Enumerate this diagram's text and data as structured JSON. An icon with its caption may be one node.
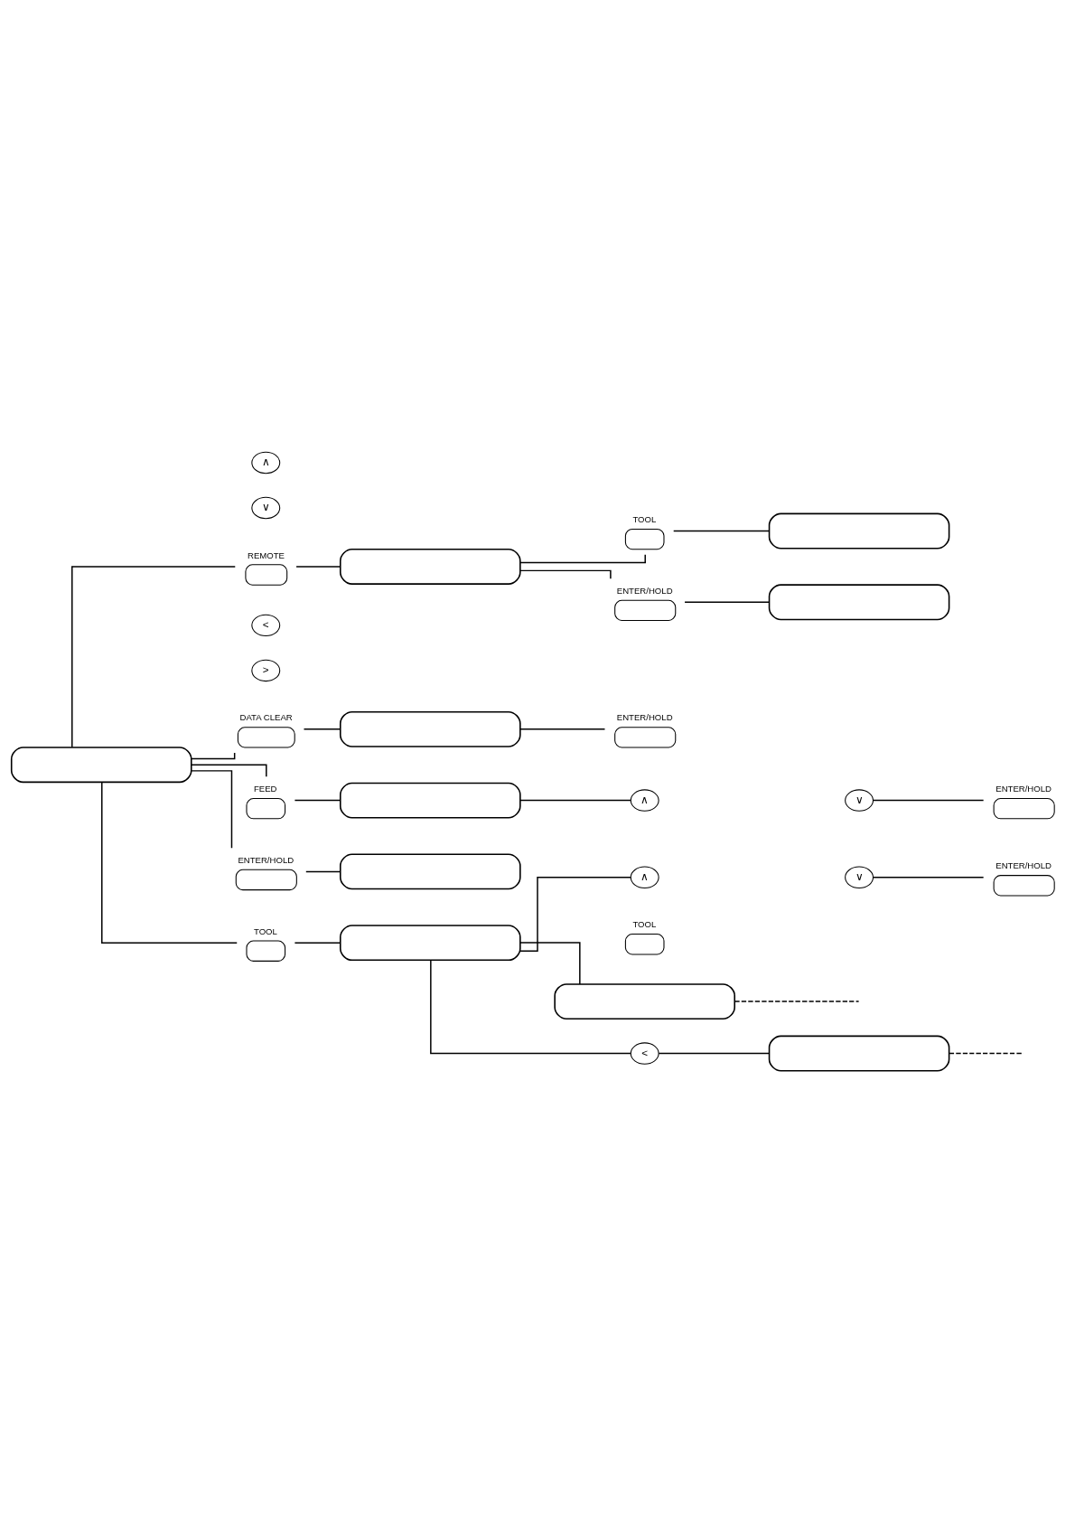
{
  "diagram": {
    "nodes": [
      {
        "text": [],
        "shape": "box"
      },
      {
        "text": [
          "REMOTE"
        ]
      },
      {
        "text": [],
        "shape": "box"
      },
      {
        "text": [
          "TOOL"
        ]
      },
      {
        "text": [],
        "shape": "box"
      },
      {
        "text": [
          "ENTER/HOLD"
        ]
      },
      {
        "text": [],
        "shape": "box"
      },
      {
        "text": [
          "<"
        ]
      },
      {
        "text": [
          ">"
        ]
      },
      {
        "text": [
          "∧"
        ]
      },
      {
        "text": [
          "∨"
        ]
      },
      {
        "text": [
          "DATA CLEAR"
        ]
      },
      {
        "text": [],
        "shape": "box"
      },
      {
        "text": [
          "ENTER/HOLD"
        ]
      },
      {
        "text": [
          "FEED"
        ]
      },
      {
        "text": [],
        "shape": "box"
      },
      {
        "text": [
          "∧"
        ]
      },
      {
        "text": [
          "∨"
        ]
      },
      {
        "text": [
          "ENTER/HOLD"
        ]
      },
      {
        "text": [
          "ENTER/HOLD"
        ]
      },
      {
        "text": [],
        "shape": "box"
      },
      {
        "text": [
          "TOOL"
        ]
      },
      {
        "text": [],
        "shape": "box"
      },
      {
        "text": [
          "∧"
        ]
      },
      {
        "text": [
          "∨"
        ]
      },
      {
        "text": [
          "ENTER/HOLD"
        ]
      },
      {
        "text": [
          "TOOL"
        ]
      },
      {
        "text": [],
        "shape": "box"
      },
      {
        "text": [
          "<"
        ]
      },
      {
        "text": [],
        "shape": "box"
      }
    ],
    "edges": [
      {
        "from": 0,
        "to": 1,
        "arrow": "none"
      },
      {
        "from": 1,
        "to": 2,
        "arrow": "none"
      },
      {
        "from": 2,
        "to": 3,
        "arrow": "none"
      },
      {
        "from": 3,
        "to": 4,
        "arrow": "none"
      },
      {
        "from": 2,
        "to": 5,
        "arrow": "none"
      },
      {
        "from": 5,
        "to": 6,
        "arrow": "none"
      },
      {
        "from": 0,
        "to": 11,
        "arrow": "none"
      },
      {
        "from": 11,
        "to": 12,
        "arrow": "none"
      },
      {
        "from": 12,
        "to": 13,
        "arrow": "none"
      },
      {
        "from": 0,
        "to": 14,
        "arrow": "none"
      },
      {
        "from": 14,
        "to": 15,
        "arrow": "none"
      },
      {
        "from": 15,
        "to": 16,
        "arrow": "none"
      },
      {
        "from": 17,
        "to": 18,
        "arrow": "none"
      },
      {
        "from": 0,
        "to": 19,
        "arrow": "none"
      },
      {
        "from": 19,
        "to": 20,
        "arrow": "none"
      },
      {
        "from": 0,
        "to": 21,
        "arrow": "none"
      },
      {
        "from": 21,
        "to": 22,
        "arrow": "none"
      },
      {
        "from": 22,
        "to": 23,
        "arrow": "none"
      },
      {
        "from": 24,
        "to": 25,
        "arrow": "none"
      },
      {
        "from": 22,
        "to": 27,
        "arrow": "none"
      },
      {
        "from": 27,
        "to": null,
        "arrow": "none",
        "style": "dashed"
      },
      {
        "from": 22,
        "to": 28,
        "arrow": "none"
      },
      {
        "from": 28,
        "to": 29,
        "arrow": "none"
      },
      {
        "from": 29,
        "to": null,
        "arrow": "none",
        "style": "dashed"
      }
    ]
  }
}
